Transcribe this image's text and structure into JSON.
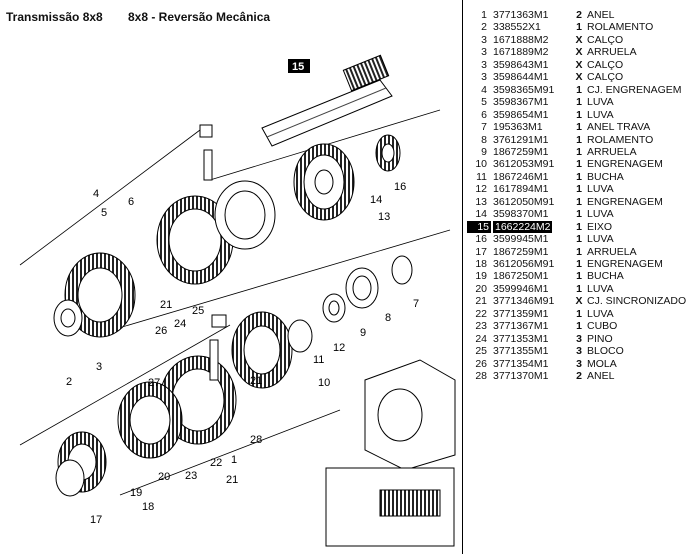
{
  "header": {
    "title": "Transmissão 8x8",
    "subtitle": "8x8 - Reversão Mecânica"
  },
  "diagram": {
    "callout_highlight": "15",
    "callouts": [
      "1",
      "2",
      "3",
      "4",
      "5",
      "6",
      "7",
      "8",
      "9",
      "10",
      "11",
      "12",
      "13",
      "14",
      "15",
      "16",
      "17",
      "18",
      "19",
      "20",
      "21",
      "21",
      "21",
      "22",
      "23",
      "24",
      "25",
      "26",
      "27",
      "28"
    ]
  },
  "parts": [
    {
      "ref": "1",
      "part": "3771363M1",
      "qty": "2",
      "desc": "ANEL"
    },
    {
      "ref": "2",
      "part": "338552X1",
      "qty": "1",
      "desc": "ROLAMENTO"
    },
    {
      "ref": "3",
      "part": "1671888M2",
      "qty": "X",
      "desc": "CALÇO"
    },
    {
      "ref": "3",
      "part": "1671889M2",
      "qty": "X",
      "desc": "ARRUELA"
    },
    {
      "ref": "3",
      "part": "3598643M1",
      "qty": "X",
      "desc": "CALÇO"
    },
    {
      "ref": "3",
      "part": "3598644M1",
      "qty": "X",
      "desc": "CALÇO"
    },
    {
      "ref": "4",
      "part": "3598365M91",
      "qty": "1",
      "desc": "CJ. ENGRENAGEM"
    },
    {
      "ref": "5",
      "part": "3598367M1",
      "qty": "1",
      "desc": "LUVA"
    },
    {
      "ref": "6",
      "part": "3598654M1",
      "qty": "1",
      "desc": "LUVA"
    },
    {
      "ref": "7",
      "part": "195363M1",
      "qty": "1",
      "desc": "ANEL TRAVA"
    },
    {
      "ref": "8",
      "part": "3761291M1",
      "qty": "1",
      "desc": "ROLAMENTO"
    },
    {
      "ref": "9",
      "part": "1867259M1",
      "qty": "1",
      "desc": "ARRUELA"
    },
    {
      "ref": "10",
      "part": "3612053M91",
      "qty": "1",
      "desc": "ENGRENAGEM"
    },
    {
      "ref": "11",
      "part": "1867246M1",
      "qty": "1",
      "desc": "BUCHA"
    },
    {
      "ref": "12",
      "part": "1617894M1",
      "qty": "1",
      "desc": "LUVA"
    },
    {
      "ref": "13",
      "part": "3612050M91",
      "qty": "1",
      "desc": "ENGRENAGEM"
    },
    {
      "ref": "14",
      "part": "3598370M1",
      "qty": "1",
      "desc": "LUVA"
    },
    {
      "ref": "15",
      "part": "1662224M2",
      "qty": "1",
      "desc": "EIXO",
      "highlight": true
    },
    {
      "ref": "16",
      "part": "3599945M1",
      "qty": "1",
      "desc": "LUVA"
    },
    {
      "ref": "17",
      "part": "1867259M1",
      "qty": "1",
      "desc": "ARRUELA"
    },
    {
      "ref": "18",
      "part": "3612056M91",
      "qty": "1",
      "desc": "ENGRENAGEM"
    },
    {
      "ref": "19",
      "part": "1867250M1",
      "qty": "1",
      "desc": "BUCHA"
    },
    {
      "ref": "20",
      "part": "3599946M1",
      "qty": "1",
      "desc": "LUVA"
    },
    {
      "ref": "21",
      "part": "3771346M91",
      "qty": "X",
      "desc": "CJ. SINCRONIZADO"
    },
    {
      "ref": "22",
      "part": "3771359M1",
      "qty": "1",
      "desc": "LUVA"
    },
    {
      "ref": "23",
      "part": "3771367M1",
      "qty": "1",
      "desc": "CUBO"
    },
    {
      "ref": "24",
      "part": "3771353M1",
      "qty": "3",
      "desc": "PINO"
    },
    {
      "ref": "25",
      "part": "3771355M1",
      "qty": "3",
      "desc": "BLOCO"
    },
    {
      "ref": "26",
      "part": "3771354M1",
      "qty": "3",
      "desc": "MOLA"
    },
    {
      "ref": "28",
      "part": "3771370M1",
      "qty": "2",
      "desc": "ANEL"
    }
  ]
}
